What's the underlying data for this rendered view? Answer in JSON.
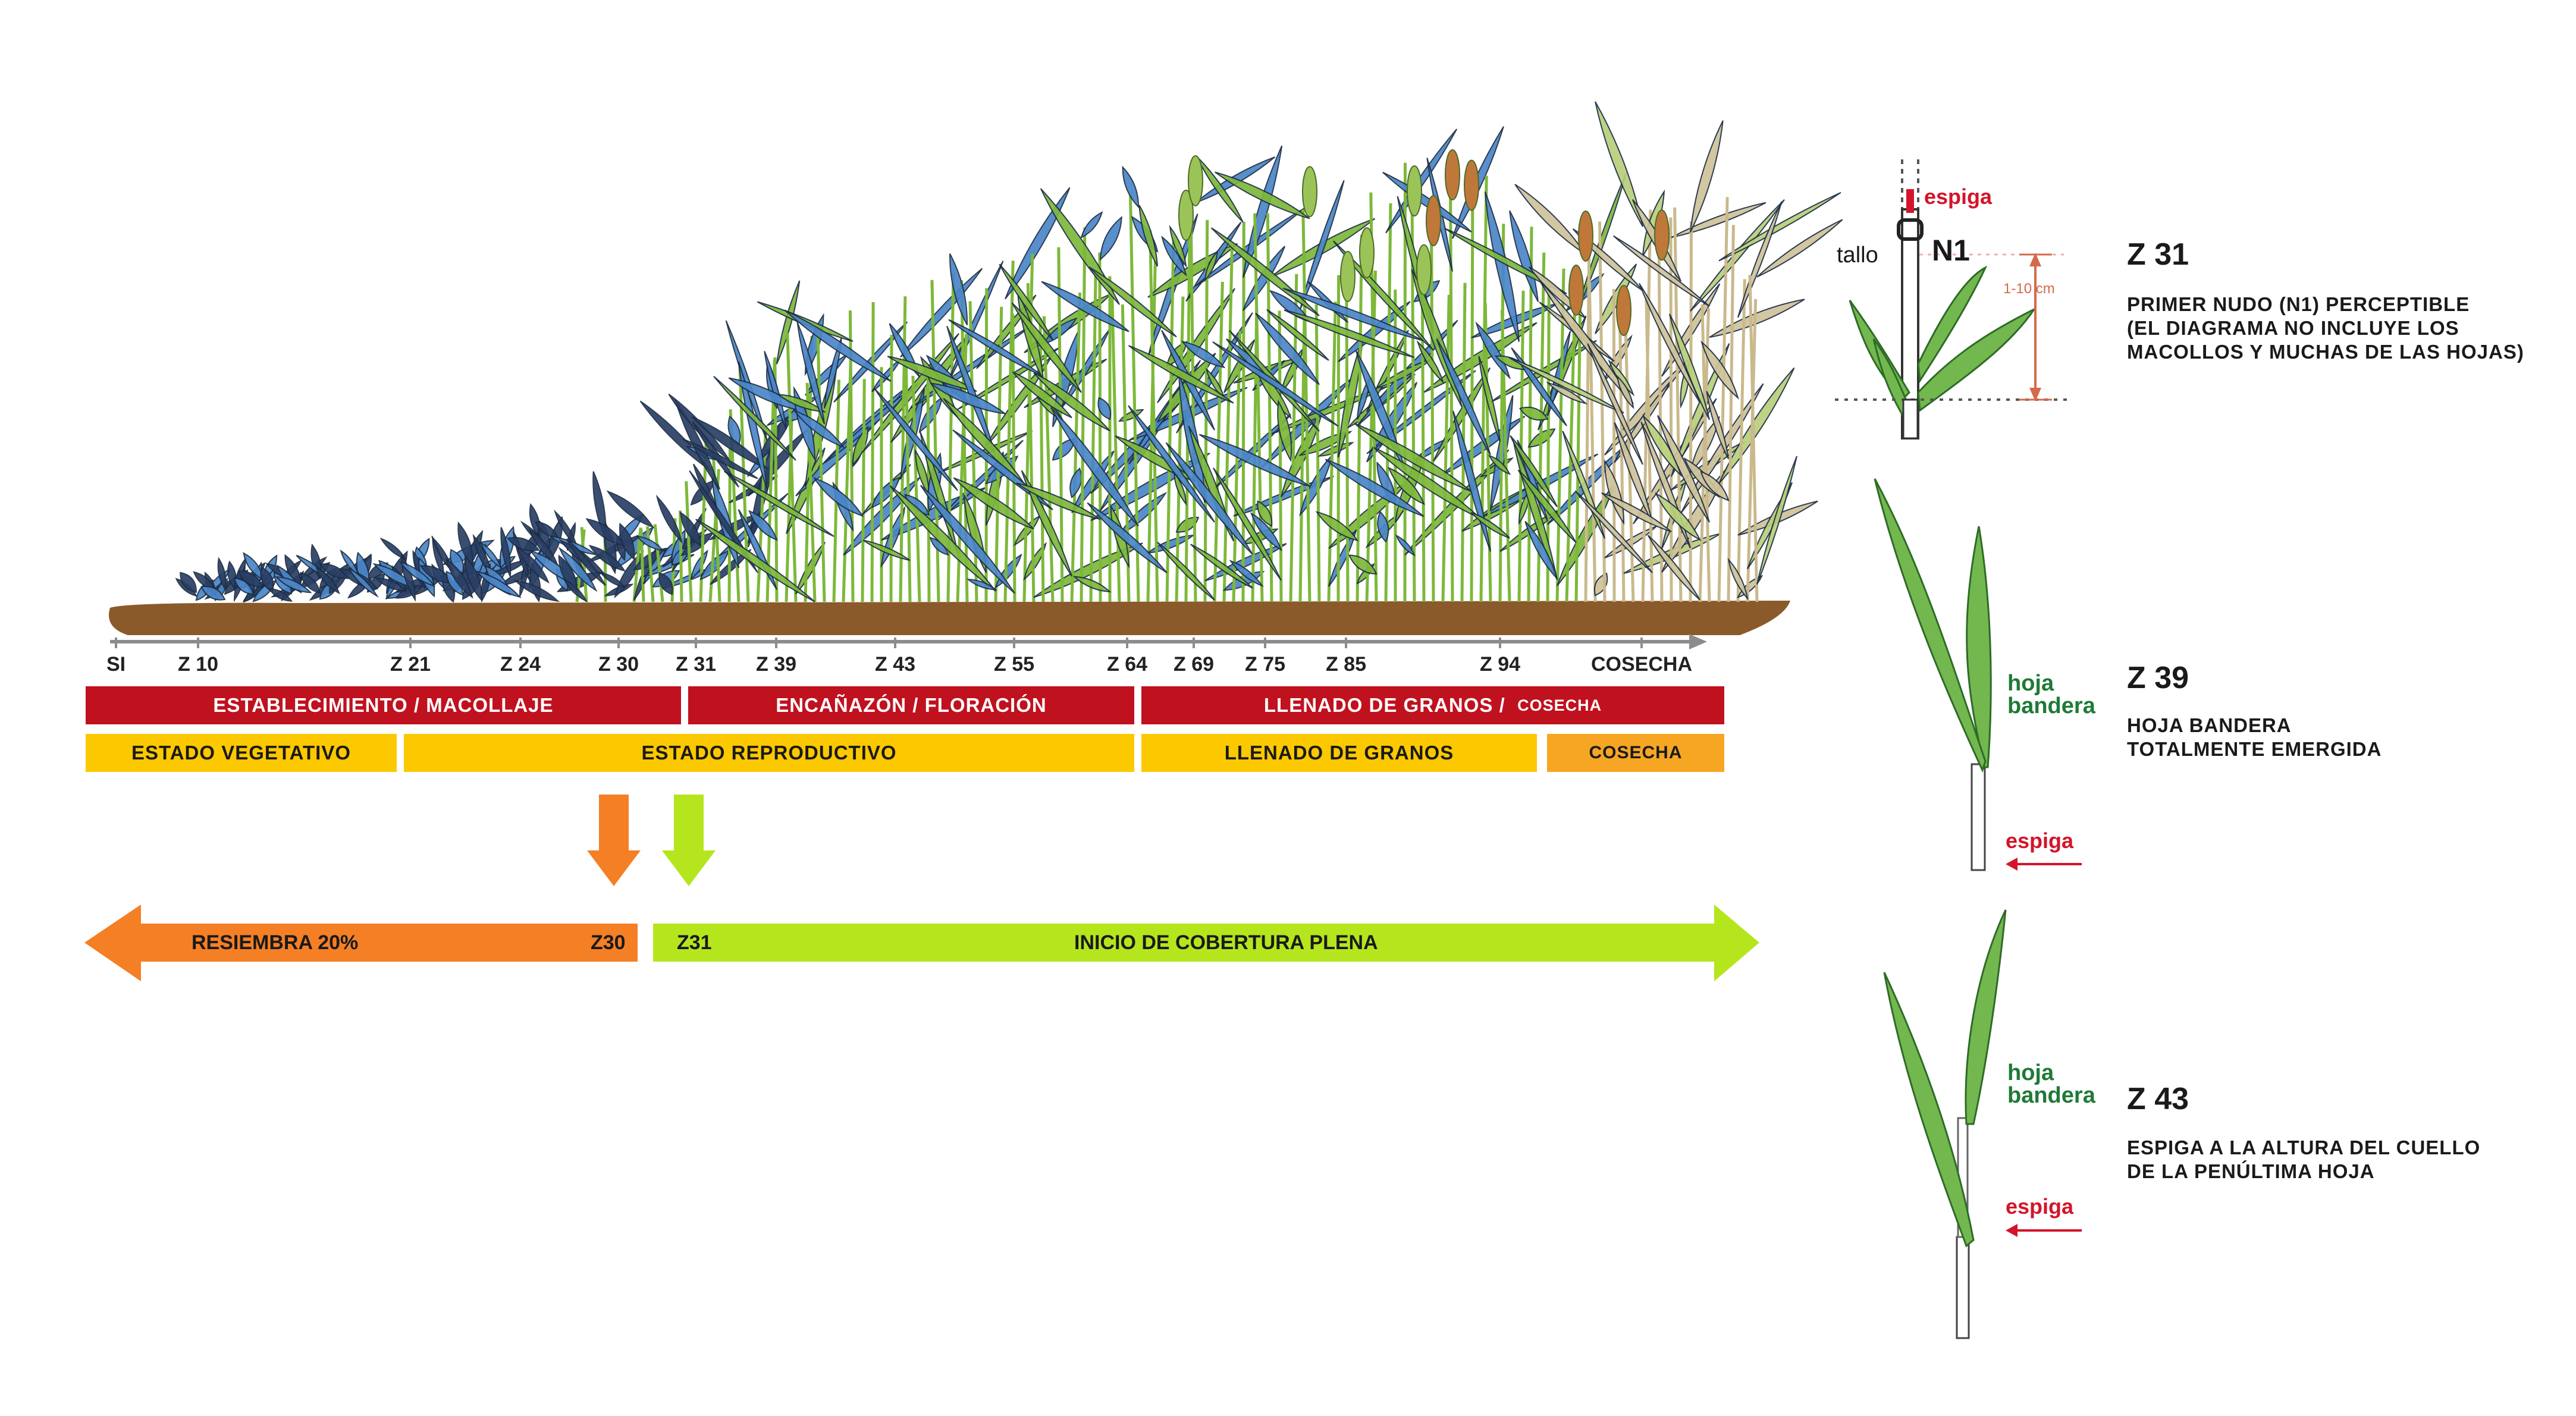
{
  "timeline": {
    "ticks": [
      {
        "label": "SI"
      },
      {
        "label": "Z 10"
      },
      {
        "label": "Z 21"
      },
      {
        "label": "Z 24"
      },
      {
        "label": "Z 30"
      },
      {
        "label": "Z 31"
      },
      {
        "label": "Z 39"
      },
      {
        "label": "Z 43"
      },
      {
        "label": "Z 55"
      },
      {
        "label": "Z 64"
      },
      {
        "label": "Z 69"
      },
      {
        "label": "Z 75"
      },
      {
        "label": "Z 85"
      },
      {
        "label": "Z 94"
      },
      {
        "label": "COSECHA"
      }
    ]
  },
  "phases_red": {
    "establecimiento": "ESTABLECIMIENTO  /  MACOLLAJE",
    "encanazon": "ENCAÑAZÓN  /  FLORACIÓN",
    "llenado": "LLENADO DE GRANOS  /",
    "llenado_small": "COSECHA"
  },
  "phases_yellow": {
    "vegetativo": "ESTADO VEGETATIVO",
    "reproductivo": "ESTADO REPRODUCTIVO",
    "llenado": "LLENADO DE GRANOS",
    "cosecha": "COSECHA"
  },
  "arrows": {
    "resiembra": "RESIEMBRA 20%",
    "z30": "Z30",
    "z31": "Z31",
    "cobertura": "INICIO DE COBERTURA PLENA"
  },
  "colors": {
    "soil": "#8a5a2b",
    "red": "#c0111f",
    "yellow": "#fcc800",
    "cosecha": "#f6a623",
    "orange": "#f57f25",
    "lime": "#b5e61d",
    "leaf_green": "#7db83a",
    "leaf_blue": "#4a86c8"
  },
  "stages": {
    "z31": {
      "code": "Z 31",
      "desc1": "PRIMER NUDO (N1) PERCEPTIBLE",
      "desc2": "(EL DIAGRAMA NO INCLUYE LOS",
      "desc3": "MACOLLOS Y MUCHAS DE LAS HOJAS)",
      "espiga": "espiga",
      "tallo": "tallo",
      "n1": "N1",
      "measure": "1-10 cm"
    },
    "z39": {
      "code": "Z 39",
      "desc1": "HOJA BANDERA",
      "desc2": "TOTALMENTE EMERGIDA",
      "hoja1": "hoja",
      "hoja2": "bandera",
      "espiga": "espiga"
    },
    "z43": {
      "code": "Z 43",
      "desc1": "ESPIGA A LA ALTURA DEL CUELLO",
      "desc2": "DE LA PENÚLTIMA HOJA",
      "hoja1": "hoja",
      "hoja2": "bandera",
      "espiga": "espiga"
    }
  }
}
